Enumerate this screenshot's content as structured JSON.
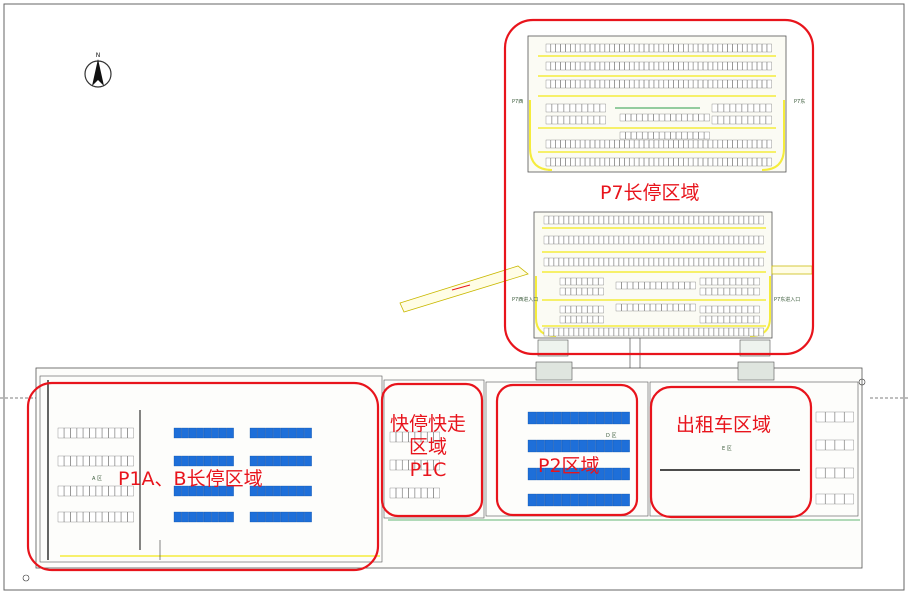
{
  "compass": {
    "letter": "N",
    "icon": "north-arrow-icon"
  },
  "zones": {
    "p7": {
      "label": "P7长停区域"
    },
    "p1ab": {
      "label": "P1A、B长停区域"
    },
    "p1c": {
      "lines": [
        "快停快走",
        "区域",
        "P1C"
      ]
    },
    "p2": {
      "label": "P2区域"
    },
    "taxi": {
      "label": "出租车区域"
    }
  },
  "small_labels": {
    "p7_west": "P7西",
    "p7_east": "P7东",
    "p7_west_entry": "P7西进入口",
    "p7_east_entry": "P7东进入口",
    "area_a": "A 区",
    "area_d": "D 区",
    "area_e": "E 区"
  },
  "colors": {
    "highlight": "#e8141c",
    "parking_stall": "#1e6fd9",
    "drive_lane": "#f5ec3c",
    "linework": "#3a3a3a",
    "grid_green": "#2e9e4a"
  }
}
